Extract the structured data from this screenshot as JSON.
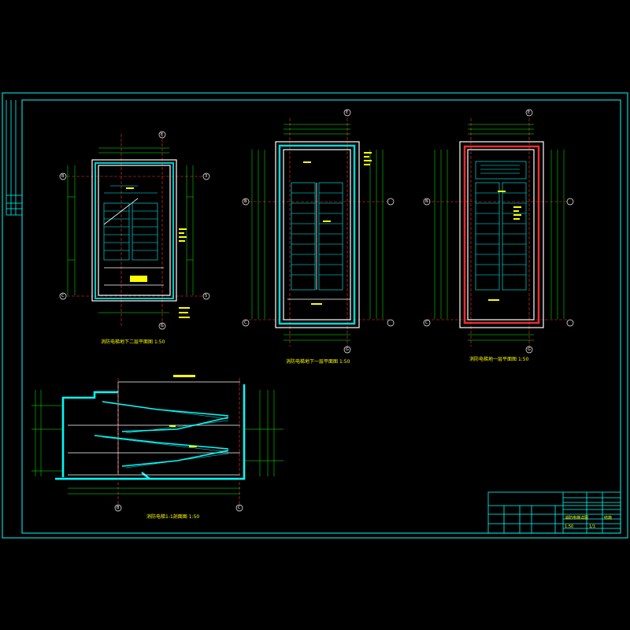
{
  "drawing": {
    "views": [
      {
        "id": "plan-1",
        "title": "消防电梯地下二层平面图",
        "scale": "1:50"
      },
      {
        "id": "plan-2",
        "title": "消防电梯地下一层平面图",
        "scale": "1:50"
      },
      {
        "id": "plan-3",
        "title": "消防电梯地一层平面图",
        "scale": "1:50"
      },
      {
        "id": "section-1",
        "title": "消防电梯1-1剖面图",
        "scale": "1:50"
      }
    ],
    "axis_labels": {
      "plan_1": [
        "E",
        "G",
        "B",
        "C",
        "3",
        "5"
      ],
      "plan_2": [
        "E",
        "G",
        "B",
        "C"
      ],
      "plan_3": [
        "E",
        "G",
        "B",
        "C"
      ],
      "section": [
        "B",
        "C"
      ]
    }
  },
  "title_block": {
    "project_name": "消防电梯详图",
    "drawing_no": "结施",
    "scale": "1:50",
    "sheet_no": "1/1"
  },
  "colors": {
    "background": "#000000",
    "frame": "#00ffff",
    "wall": "#ffffff",
    "dimension": "#00ff00",
    "text": "#ffff00",
    "axis": "#ff0000",
    "hatch": "#00ffff",
    "highlight": "#ff3333"
  }
}
